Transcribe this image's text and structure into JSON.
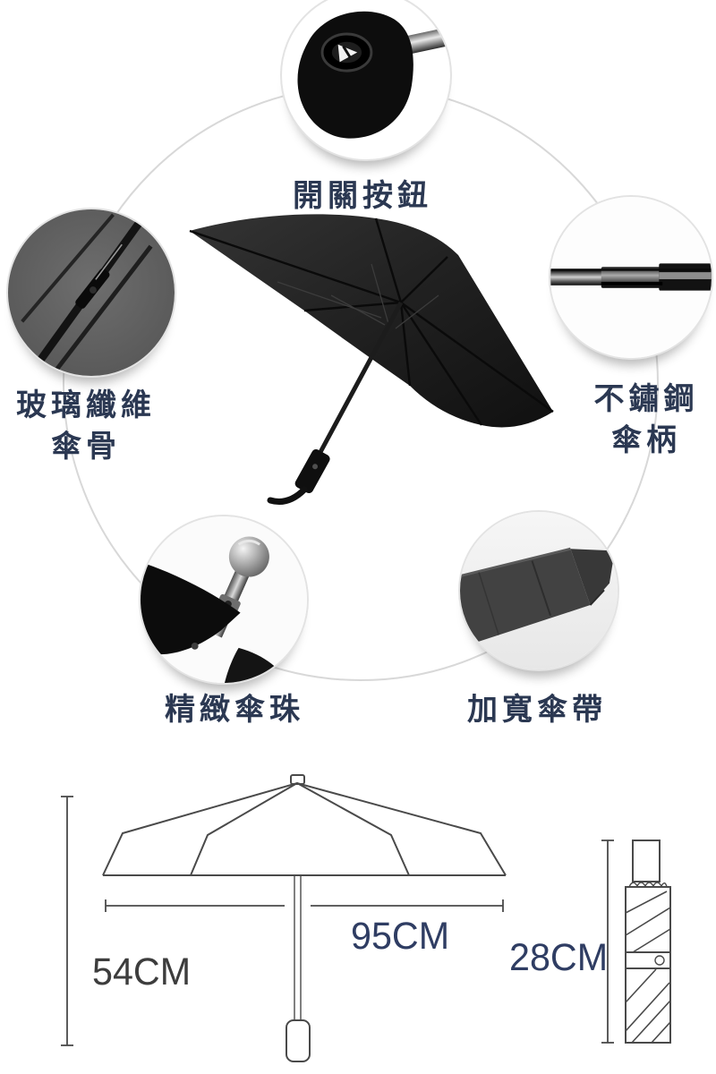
{
  "meta": {
    "description": "Black automatic folding umbrella product feature infographic"
  },
  "colors": {
    "background": "#ffffff",
    "label_navy": "#2b3852",
    "dimension_navy": "#2f3d63",
    "dimension_gray": "#3d3d3d",
    "line_art_gray": "#4a4a4a",
    "umbrella_black": "#1b1b1b",
    "circle_border": "#e3e3e3"
  },
  "features": {
    "top": {
      "lines": [
        "開關按鈕"
      ]
    },
    "left": {
      "lines": [
        "玻璃纖維",
        "傘骨"
      ]
    },
    "right": {
      "lines": [
        "不鏽鋼",
        "傘柄"
      ]
    },
    "bottom_left": {
      "lines": [
        "精緻傘珠"
      ]
    },
    "bottom_right": {
      "lines": [
        "加寬傘帶"
      ]
    }
  },
  "dimensions": {
    "open_diameter": "95CM",
    "open_height": "54CM",
    "folded_length": "28CM"
  }
}
